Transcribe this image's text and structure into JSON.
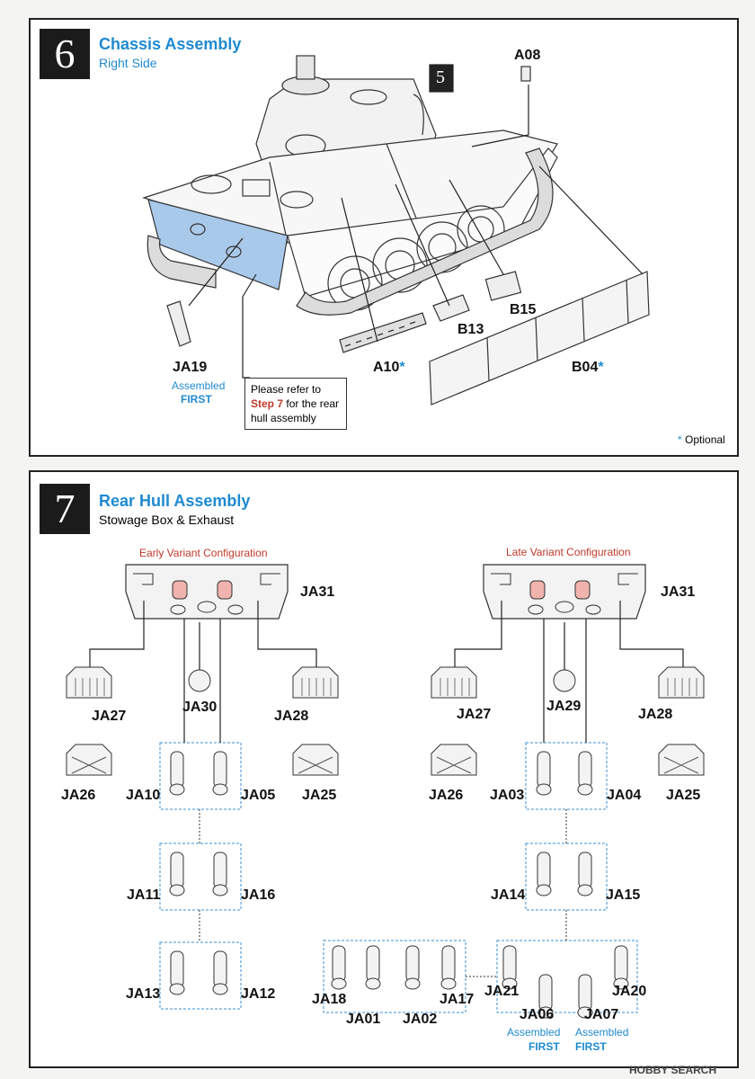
{
  "step6": {
    "number": "6",
    "title": "Chassis Assembly",
    "subtitle": "Right Side",
    "ref_step": "5",
    "parts": {
      "a08": "A08",
      "b13": "B13",
      "b15": "B15",
      "ja19": "JA19",
      "a10": "A10",
      "b04": "B04"
    },
    "asterisk": "*",
    "ja19_note1": "Assembled",
    "ja19_note2": "FIRST",
    "callout_pre": "Please refer to",
    "callout_step": "Step 7",
    "callout_post": "for the rear",
    "callout_line3": "hull assembly",
    "optional_star": "*",
    "optional_text": "Optional"
  },
  "step7": {
    "number": "7",
    "title": "Rear Hull Assembly",
    "subtitle": "Stowage Box & Exhaust",
    "early_heading": "Early Variant Configuration",
    "late_heading": "Late Variant Configuration",
    "parts": {
      "ja31a": "JA31",
      "ja27a": "JA27",
      "ja30": "JA30",
      "ja28a": "JA28",
      "ja26a": "JA26",
      "ja10": "JA10",
      "ja05": "JA05",
      "ja25a": "JA25",
      "ja11": "JA11",
      "ja16": "JA16",
      "ja13": "JA13",
      "ja12": "JA12",
      "ja31b": "JA31",
      "ja27b": "JA27",
      "ja29": "JA29",
      "ja28b": "JA28",
      "ja26b": "JA26",
      "ja03": "JA03",
      "ja04": "JA04",
      "ja25b": "JA25",
      "ja14": "JA14",
      "ja15": "JA15",
      "ja18": "JA18",
      "ja01": "JA01",
      "ja02": "JA02",
      "ja17": "JA17",
      "ja21": "JA21",
      "ja20": "JA20",
      "ja06": "JA06",
      "ja07": "JA07"
    },
    "ja06_note1": "Assembled",
    "ja06_note2": "FIRST",
    "ja07_note1": "Assembled",
    "ja07_note2": "FIRST"
  },
  "watermark": "HOBBY SEARCH"
}
